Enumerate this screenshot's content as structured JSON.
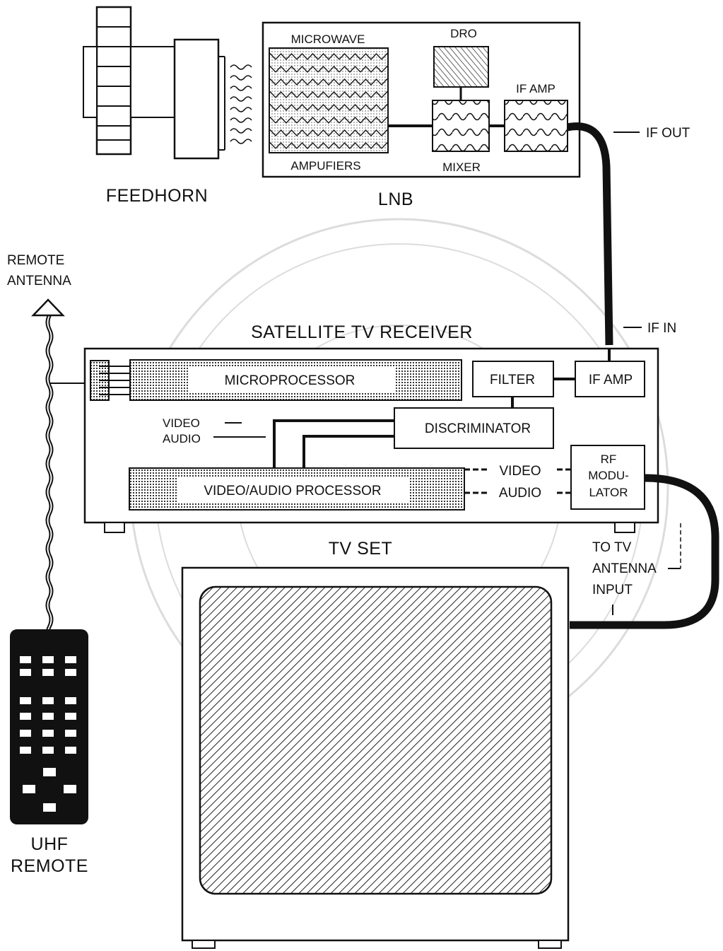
{
  "feedhorn": {
    "label": "FEEDHORN"
  },
  "lnb": {
    "title": "LNB",
    "microwave_top": "MICROWAVE",
    "microwave_bottom": "AMPUFIERS",
    "dro": "DRO",
    "mixer": "MIXER",
    "if_amp": "IF AMP",
    "if_out": "IF OUT"
  },
  "remote_antenna": {
    "line1": "REMOTE",
    "line2": "ANTENNA"
  },
  "receiver": {
    "title": "SATELLITE TV RECEIVER",
    "if_in": "IF IN",
    "microprocessor": "MICROPROCESSOR",
    "filter": "FILTER",
    "if_amp": "IF AMP",
    "discriminator": "DISCRIMINATOR",
    "video_left": "VIDEO",
    "audio_left": "AUDIO",
    "va_processor": "VIDEO/AUDIO PROCESSOR",
    "video_out": "VIDEO",
    "audio_out": "AUDIO",
    "rf_line1": "RF",
    "rf_line2": "MODU-",
    "rf_line3": "LATOR"
  },
  "tv": {
    "title": "TV SET",
    "to_tv_line1": "TO TV",
    "to_tv_line2": "ANTENNA",
    "to_tv_line3": "INPUT"
  },
  "remote": {
    "line1": "UHF",
    "line2": "REMOTE"
  }
}
